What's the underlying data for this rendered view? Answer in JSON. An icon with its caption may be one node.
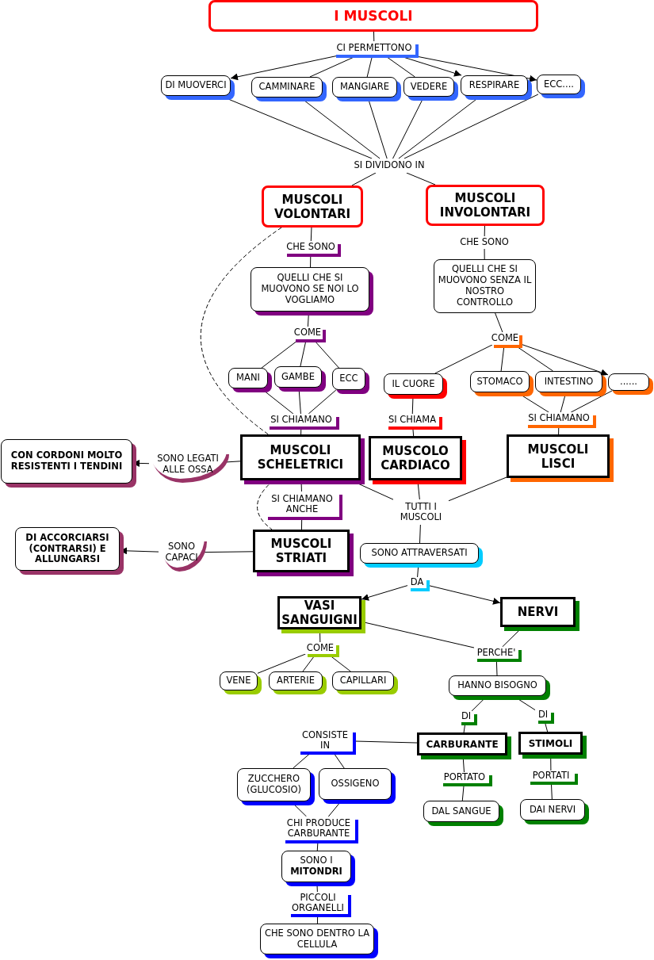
{
  "diagram": {
    "nodes": [
      {
        "text": [
          "I MUSCOLI"
        ]
      },
      {
        "text": [
          "CI PERMETTONO"
        ]
      },
      {
        "text": [
          "DI MUOVERCI"
        ]
      },
      {
        "text": [
          "CAMMINARE"
        ]
      },
      {
        "text": [
          "MANGIARE"
        ]
      },
      {
        "text": [
          "VEDERE"
        ]
      },
      {
        "text": [
          "RESPIRARE"
        ]
      },
      {
        "text": [
          "ECC...."
        ]
      },
      {
        "text": [
          "SI DIVIDONO IN"
        ]
      },
      {
        "text": [
          "MUSCOLI VOLONTARI"
        ]
      },
      {
        "text": [
          "MUSCOLI INVOLONTARI"
        ]
      },
      {
        "text": [
          "CHE SONO"
        ]
      },
      {
        "text": [
          "CHE SONO"
        ]
      },
      {
        "text": [
          "QUELLI CHE SI MUOVONO SE NOI LO VOGLIAMO"
        ]
      },
      {
        "text": [
          "QUELLI CHE SI MUOVONO SENZA IL NOSTRO CONTROLLO"
        ]
      },
      {
        "text": [
          "COME"
        ]
      },
      {
        "text": [
          "COME"
        ]
      },
      {
        "text": [
          "MANI"
        ]
      },
      {
        "text": [
          "GAMBE"
        ]
      },
      {
        "text": [
          "ECC"
        ]
      },
      {
        "text": [
          "IL CUORE"
        ]
      },
      {
        "text": [
          "STOMACO"
        ]
      },
      {
        "text": [
          "INTESTINO"
        ]
      },
      {
        "text": [
          "......"
        ]
      },
      {
        "text": [
          "SI CHIAMANO"
        ]
      },
      {
        "text": [
          "SI CHIAMA"
        ]
      },
      {
        "text": [
          "SI CHIAMANO"
        ]
      },
      {
        "text": [
          "MUSCOLI SCHELETRICI"
        ]
      },
      {
        "text": [
          "MUSCOLO CARDIACO"
        ]
      },
      {
        "text": [
          "MUSCOLI LISCI"
        ]
      },
      {
        "text": [
          "CON CORDONI MOLTO RESISTENTI I TENDINI"
        ]
      },
      {
        "text": [
          "SONO LEGATI ALLE OSSA"
        ]
      },
      {
        "text": [
          "SI CHIAMANO ANCHE"
        ]
      },
      {
        "text": [
          "TUTTI I MUSCOLI"
        ]
      },
      {
        "text": [
          "DI ACCORCIARSI (CONTRARSI) E ALLUNGARSI"
        ]
      },
      {
        "text": [
          "SONO CAPACI"
        ]
      },
      {
        "text": [
          "MUSCOLI STRIATI"
        ]
      },
      {
        "text": [
          "SONO ATTRAVERSATI"
        ]
      },
      {
        "text": [
          "DA"
        ]
      },
      {
        "text": [
          "VASI SANGUIGNI"
        ]
      },
      {
        "text": [
          "NERVI"
        ]
      },
      {
        "text": [
          "COME"
        ]
      },
      {
        "text": [
          "PERCHE'"
        ]
      },
      {
        "text": [
          "VENE"
        ]
      },
      {
        "text": [
          "ARTERIE"
        ]
      },
      {
        "text": [
          "CAPILLARI"
        ]
      },
      {
        "text": [
          "HANNO BISOGNO"
        ]
      },
      {
        "text": [
          "DI"
        ]
      },
      {
        "text": [
          "DI"
        ]
      },
      {
        "text": [
          "CONSISTE IN"
        ]
      },
      {
        "text": [
          "CARBURANTE"
        ]
      },
      {
        "text": [
          "STIMOLI"
        ]
      },
      {
        "text": [
          "ZUCCHERO (GLUCOSIO)"
        ]
      },
      {
        "text": [
          "OSSIGENO"
        ]
      },
      {
        "text": [
          "PORTATO"
        ]
      },
      {
        "text": [
          "PORTATI"
        ]
      },
      {
        "text": [
          "CHI PRODUCE CARBURANTE"
        ]
      },
      {
        "text": [
          "DAL SANGUE"
        ]
      },
      {
        "text": [
          "DAI NERVI"
        ]
      },
      {
        "text": [
          "SONO I **MITONDRI**"
        ]
      },
      {
        "text": [
          "PICCOLI ORGANELLI"
        ]
      },
      {
        "text": [
          "CHE SONO DENTRO LA CELLULA"
        ]
      }
    ],
    "edges": [
      {
        "from": 0,
        "to": 1,
        "arrow": "none"
      },
      {
        "from": 1,
        "to": 2,
        "arrow": "to"
      },
      {
        "from": 1,
        "to": 3,
        "arrow": "none"
      },
      {
        "from": 1,
        "to": 4,
        "arrow": "none"
      },
      {
        "from": 1,
        "to": 5,
        "arrow": "none"
      },
      {
        "from": 1,
        "to": 6,
        "arrow": "to"
      },
      {
        "from": 1,
        "to": 7,
        "arrow": "to"
      },
      {
        "from": 2,
        "to": 8,
        "arrow": "none"
      },
      {
        "from": 3,
        "to": 8,
        "arrow": "none"
      },
      {
        "from": 4,
        "to": 8,
        "arrow": "none"
      },
      {
        "from": 5,
        "to": 8,
        "arrow": "none"
      },
      {
        "from": 6,
        "to": 8,
        "arrow": "none"
      },
      {
        "from": 7,
        "to": 8,
        "arrow": "none"
      },
      {
        "from": 8,
        "to": 9,
        "arrow": "none"
      },
      {
        "from": 8,
        "to": 10,
        "arrow": "none"
      },
      {
        "from": 9,
        "to": 11,
        "arrow": "none"
      },
      {
        "from": 11,
        "to": 13,
        "arrow": "none"
      },
      {
        "from": 13,
        "to": 15,
        "arrow": "none"
      },
      {
        "from": 15,
        "to": 17,
        "arrow": "none"
      },
      {
        "from": 15,
        "to": 18,
        "arrow": "none"
      },
      {
        "from": 15,
        "to": 19,
        "arrow": "none"
      },
      {
        "from": 17,
        "to": 24,
        "arrow": "none"
      },
      {
        "from": 18,
        "to": 24,
        "arrow": "none"
      },
      {
        "from": 19,
        "to": 24,
        "arrow": "none"
      },
      {
        "from": 24,
        "to": 27,
        "arrow": "none"
      },
      {
        "from": 10,
        "to": 12,
        "arrow": "none"
      },
      {
        "from": 12,
        "to": 14,
        "arrow": "none"
      },
      {
        "from": 14,
        "to": 16,
        "arrow": "none"
      },
      {
        "from": 16,
        "to": 20,
        "arrow": "none"
      },
      {
        "from": 16,
        "to": 21,
        "arrow": "none"
      },
      {
        "from": 16,
        "to": 22,
        "arrow": "none"
      },
      {
        "from": 16,
        "to": 23,
        "arrow": "to"
      },
      {
        "from": 20,
        "to": 25,
        "arrow": "none"
      },
      {
        "from": 25,
        "to": 28,
        "arrow": "none"
      },
      {
        "from": 21,
        "to": 26,
        "arrow": "none"
      },
      {
        "from": 22,
        "to": 26,
        "arrow": "none"
      },
      {
        "from": 23,
        "to": 26,
        "arrow": "none"
      },
      {
        "from": 26,
        "to": 29,
        "arrow": "none"
      },
      {
        "from": 9,
        "to": 27,
        "arrow": "none",
        "style": "dashed"
      },
      {
        "from": 27,
        "to": 36,
        "arrow": "none",
        "style": "dashed"
      },
      {
        "from": 27,
        "to": 31,
        "arrow": "none"
      },
      {
        "from": 31,
        "to": 30,
        "arrow": "to"
      },
      {
        "from": 27,
        "to": 32,
        "arrow": "none"
      },
      {
        "from": 32,
        "to": 36,
        "arrow": "none"
      },
      {
        "from": 36,
        "to": 35,
        "arrow": "none"
      },
      {
        "from": 35,
        "to": 34,
        "arrow": "to"
      },
      {
        "from": 27,
        "to": 33,
        "arrow": "none"
      },
      {
        "from": 28,
        "to": 33,
        "arrow": "none"
      },
      {
        "from": 29,
        "to": 33,
        "arrow": "none"
      },
      {
        "from": 33,
        "to": 37,
        "arrow": "none"
      },
      {
        "from": 37,
        "to": 38,
        "arrow": "none"
      },
      {
        "from": 38,
        "to": 39,
        "arrow": "to"
      },
      {
        "from": 38,
        "to": 40,
        "arrow": "to"
      },
      {
        "from": 39,
        "to": 41,
        "arrow": "none"
      },
      {
        "from": 41,
        "to": 43,
        "arrow": "none"
      },
      {
        "from": 41,
        "to": 44,
        "arrow": "none"
      },
      {
        "from": 41,
        "to": 45,
        "arrow": "none"
      },
      {
        "from": 39,
        "to": 42,
        "arrow": "none"
      },
      {
        "from": 40,
        "to": 42,
        "arrow": "none"
      },
      {
        "from": 42,
        "to": 46,
        "arrow": "none"
      },
      {
        "from": 46,
        "to": 47,
        "arrow": "none"
      },
      {
        "from": 46,
        "to": 48,
        "arrow": "none"
      },
      {
        "from": 47,
        "to": 50,
        "arrow": "none"
      },
      {
        "from": 48,
        "to": 51,
        "arrow": "none"
      },
      {
        "from": 50,
        "to": 49,
        "arrow": "none"
      },
      {
        "from": 49,
        "to": 52,
        "arrow": "none"
      },
      {
        "from": 49,
        "to": 53,
        "arrow": "none"
      },
      {
        "from": 52,
        "to": 56,
        "arrow": "none"
      },
      {
        "from": 53,
        "to": 56,
        "arrow": "none"
      },
      {
        "from": 56,
        "to": 59,
        "arrow": "none"
      },
      {
        "from": 59,
        "to": 60,
        "arrow": "none"
      },
      {
        "from": 60,
        "to": 61,
        "arrow": "none"
      },
      {
        "from": 50,
        "to": 54,
        "arrow": "none"
      },
      {
        "from": 54,
        "to": 57,
        "arrow": "none"
      },
      {
        "from": 51,
        "to": 55,
        "arrow": "none"
      },
      {
        "from": 55,
        "to": 58,
        "arrow": "none"
      }
    ]
  }
}
